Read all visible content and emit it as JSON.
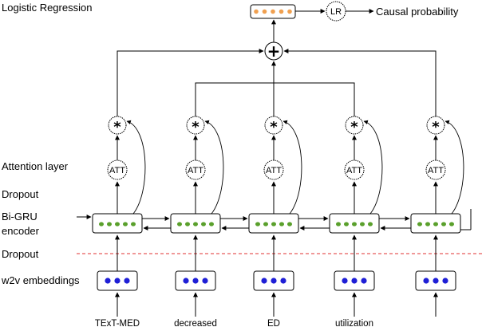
{
  "labels": {
    "title": "Logistic Regression",
    "attention": "Attention layer",
    "dropout_top": "Dropout",
    "bigru_line1": "Bi-GRU",
    "bigru_line2": "encoder",
    "dropout_bottom": "Dropout",
    "embeddings": "w2v embeddings"
  },
  "words": [
    "TExT-MED",
    "decreased",
    "ED",
    "utilization",
    ""
  ],
  "nodes": {
    "att": "ATT",
    "mult": "*",
    "sum": "+",
    "lr": "LR"
  },
  "output": "Causal probability",
  "colors": {
    "embedding_dot": "#1f1fd6",
    "gru_dot": "#5aa02c",
    "lr_dot": "#f0a050",
    "dropout_line": "#e03030",
    "stroke": "#000000"
  }
}
